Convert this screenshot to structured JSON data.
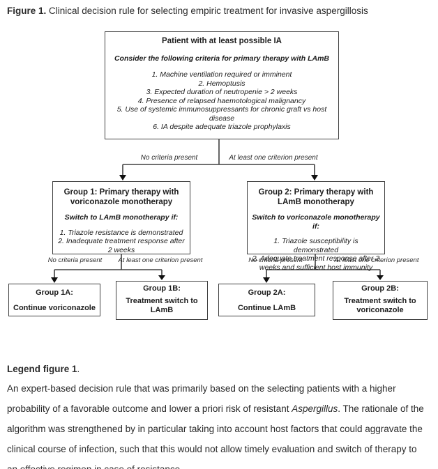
{
  "figure_title": {
    "label": "Figure 1.",
    "text": " Clinical decision rule for selecting empiric treatment for invasive aspergillosis"
  },
  "flowchart": {
    "top_box": {
      "title": "Patient with at least possible IA",
      "subtitle": "Consider the following criteria for primary therapy with LAmB",
      "criteria": [
        "1. Machine ventilation required or imminent",
        "2. Hemoptusis",
        "3. Expected duration of neutropenie > 2 weeks",
        "4. Presence of relapsed haemotological malignancy",
        "5. Use of systemic immunosuppressants for chronic graft vs host disease",
        "6. IA despite adequate triazole prophylaxis"
      ]
    },
    "level1_labels": {
      "left": "No criteria present",
      "right": "At least one criterion present"
    },
    "group1": {
      "title": "Group 1: Primary therapy with voriconazole monotherapy",
      "subtitle": "Switch to LAmB monotherapy if:",
      "criteria": [
        "1. Triazole resistance is demonstrated",
        "2. Inadequate treatment response after 2 weeks"
      ]
    },
    "group2": {
      "title": "Group 2: Primary therapy with LAmB monotherapy",
      "subtitle": "Switch to voriconazole monotherapy if:",
      "criteria": [
        "1. Triazole susceptibility is demonstrated",
        "2. Adequate treatment response after 2 weeks and sufficient host immunity"
      ]
    },
    "level2_group1_labels": {
      "left": "No criteria present",
      "right": "At least one criterion present"
    },
    "level2_group2_labels": {
      "left": "No criteria present",
      "right": "At least one criterion present"
    },
    "group1a": {
      "title": "Group 1A:",
      "body": "Continue voriconazole"
    },
    "group1b": {
      "title": "Group 1B:",
      "body": "Treatment switch to LAmB"
    },
    "group2a": {
      "title": "Group 2A:",
      "body": "Continue LAmB"
    },
    "group2b": {
      "title": "Group 2B:",
      "body": "Treatment switch to voriconazole"
    }
  },
  "legend": {
    "heading_bold": "Legend figure 1",
    "heading_period": ".",
    "body_pre": "An expert-based decision rule that was primarily based on the selecting patients with a higher probability of a favorable outcome and lower a priori risk of resistant ",
    "body_italic": "Aspergillus",
    "body_post": ". The rationale of the algorithm was strengthened by in particular taking into account host factors that could aggravate the clinical course of infection, such that this would not allow timely evaluation and switch of therapy to an effective regimen in case of resistance."
  },
  "colors": {
    "line": "#404040",
    "border": "#404040",
    "text": "#1f1f1f",
    "background": "#ffffff"
  }
}
